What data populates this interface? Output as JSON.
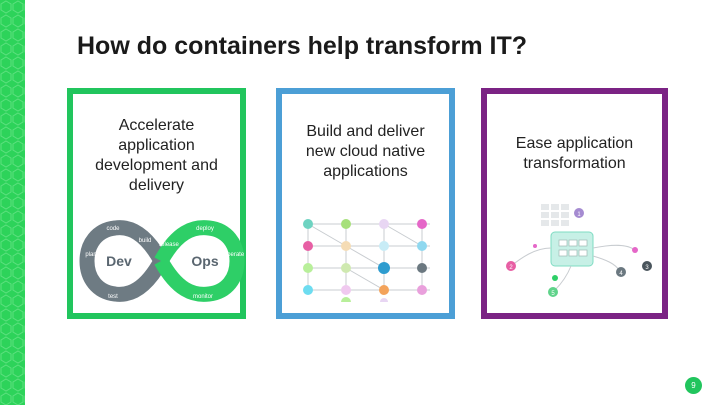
{
  "slide": {
    "title": "How do containers help transform IT?",
    "page_number": "9"
  },
  "cards": [
    {
      "text": "Accelerate application development and delivery",
      "border_color": "#21c55d"
    },
    {
      "text": "Build and deliver new cloud native applications",
      "border_color": "#4c9fd6"
    },
    {
      "text": "Ease application transformation",
      "border_color": "#7b2384"
    }
  ],
  "devops": {
    "dev_label": "Dev",
    "ops_label": "Ops",
    "steps": [
      "plan",
      "code",
      "build",
      "test",
      "release",
      "deploy",
      "operate",
      "monitor"
    ]
  },
  "transform_diagram": {
    "numbers": [
      "1",
      "2",
      "3",
      "4",
      "5"
    ]
  },
  "colors": {
    "accent_green": "#21c55d",
    "accent_blue": "#4c9fd6",
    "accent_purple": "#7b2384"
  }
}
